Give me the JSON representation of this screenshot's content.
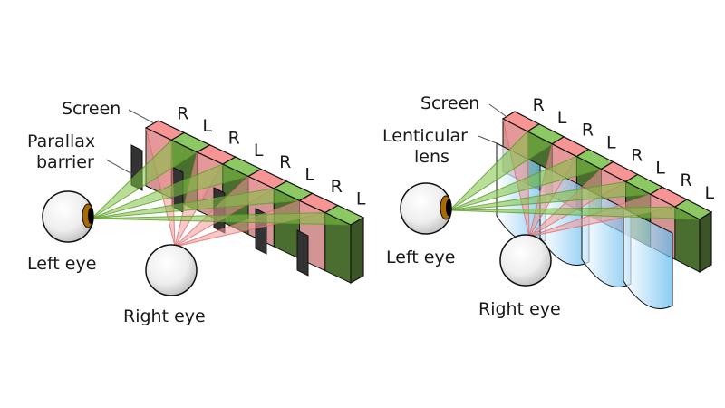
{
  "colors": {
    "right_pixel": "#f79494",
    "right_pixel_side": "#c47070",
    "left_pixel": "#8cc963",
    "left_pixel_side": "#4a6e30",
    "left_pixel_end": "#3b5428",
    "barrier": "#333333",
    "left_ray": "#7dc242",
    "right_ray": "#f39a9a",
    "lens": "#69c4f7",
    "iris": "#a96a00",
    "outline": "#111111"
  },
  "diagrams": [
    {
      "id": "parallax",
      "screen_label": "Screen",
      "element_label_lines": [
        "Parallax",
        "barrier"
      ],
      "left_eye_label": "Left eye",
      "right_eye_label": "Right eye",
      "pixel_labels": [
        "R",
        "L",
        "R",
        "L",
        "R",
        "L",
        "R",
        "L"
      ]
    },
    {
      "id": "lenticular",
      "screen_label": "Screen",
      "element_label_lines": [
        "Lenticular",
        "lens"
      ],
      "left_eye_label": "Left eye",
      "right_eye_label": "Right eye",
      "pixel_labels": [
        "R",
        "L",
        "R",
        "L",
        "R",
        "L",
        "R",
        "L"
      ]
    }
  ]
}
